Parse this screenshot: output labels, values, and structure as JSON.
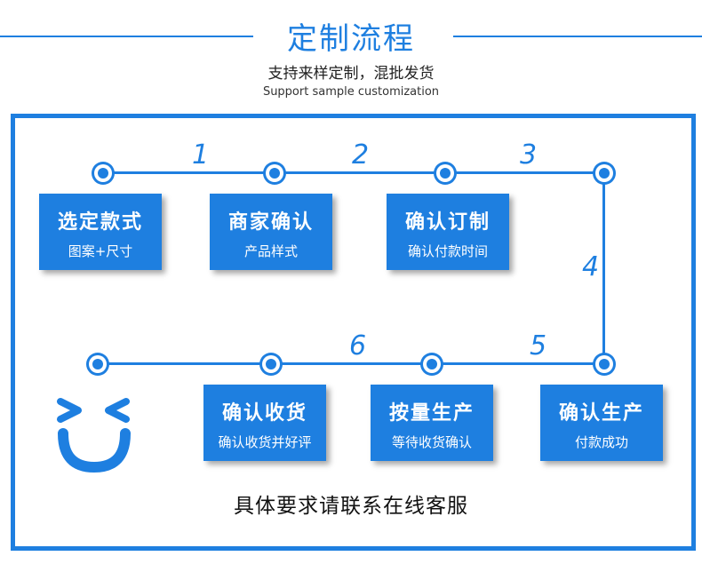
{
  "header": {
    "title": "定制流程",
    "subtitle": "支持来样定制，混批发货",
    "subtitle_en": "Support sample customization"
  },
  "steps": [
    {
      "number": "1",
      "title": "选定款式",
      "desc": "图案+尺寸"
    },
    {
      "number": "2",
      "title": "商家确认",
      "desc": "产品样式"
    },
    {
      "number": "3",
      "title": "确认订制",
      "desc": "确认付款时间"
    },
    {
      "number": "4",
      "title": "确认生产",
      "desc": "付款成功"
    },
    {
      "number": "5",
      "title": "按量生产",
      "desc": "等待收货确认"
    },
    {
      "number": "6",
      "title": "确认收货",
      "desc": "确认收货并好评"
    }
  ],
  "footer": {
    "contact": "具体要求请联系在线客服"
  },
  "colors": {
    "accent": "#1e7fe0"
  },
  "icons": {
    "end_mark": "smiley-face-icon"
  }
}
